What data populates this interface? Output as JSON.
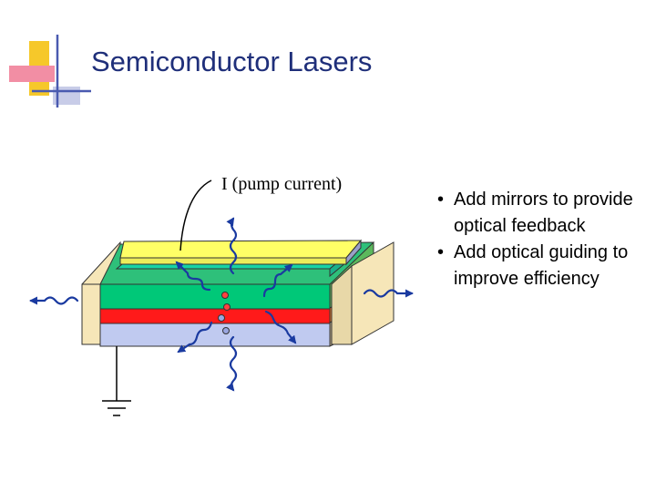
{
  "slide": {
    "title": "Semiconductor Lasers"
  },
  "diagram": {
    "pump_label": "I (pump current)"
  },
  "bullets": [
    {
      "text": "Add mirrors to provide optical feedback"
    },
    {
      "text": "Add optical guiding to improve efficiency"
    }
  ],
  "colors": {
    "title": "#1f2f7a",
    "logo_yellow": "#f6c82a",
    "logo_pink": "#f28ea4",
    "logo_blue": "#4a5ab0",
    "top_contact": "#ffff66",
    "cladding_green": "#00c878",
    "active_red": "#ff1a1a",
    "substrate_blue": "#c0caf0",
    "mirror_tan": "#f6e6b8",
    "photon_wave": "#1a3aa0"
  }
}
